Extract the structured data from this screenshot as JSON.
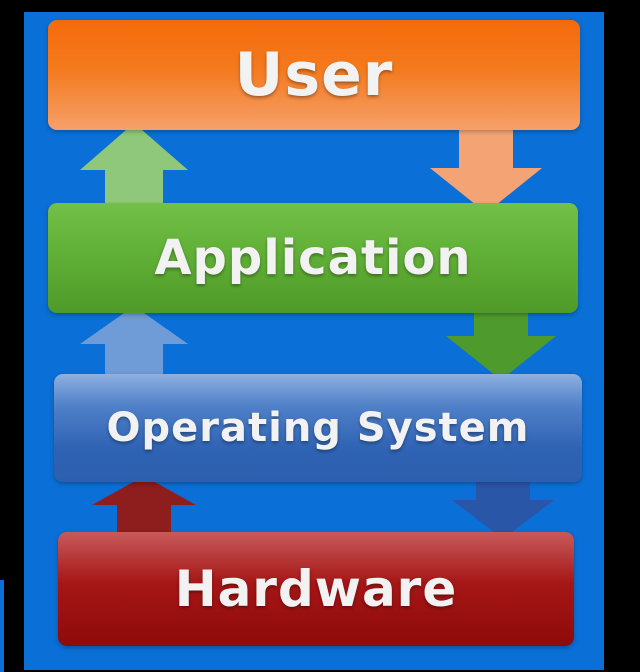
{
  "layers": [
    {
      "id": "user",
      "label": "User",
      "color": "#f47a1e"
    },
    {
      "id": "application",
      "label": "Application",
      "color": "#5fae35"
    },
    {
      "id": "operating_system",
      "label": "Operating System",
      "color": "#2e62b3"
    },
    {
      "id": "hardware",
      "label": "Hardware",
      "color": "#a61616"
    }
  ],
  "background_color": "#0a6fd6",
  "arrows": [
    {
      "from": "user",
      "to": "application",
      "direction": "down",
      "color": "#f4a474"
    },
    {
      "from": "application",
      "to": "user",
      "direction": "up",
      "color": "#8fc87a"
    },
    {
      "from": "application",
      "to": "operating_system",
      "direction": "down",
      "color": "#4e9a2c"
    },
    {
      "from": "operating_system",
      "to": "application",
      "direction": "up",
      "color": "#6f9bd6"
    },
    {
      "from": "operating_system",
      "to": "hardware",
      "direction": "down",
      "color": "#2a56a8"
    },
    {
      "from": "hardware",
      "to": "operating_system",
      "direction": "up",
      "color": "#8e1d1d"
    }
  ]
}
